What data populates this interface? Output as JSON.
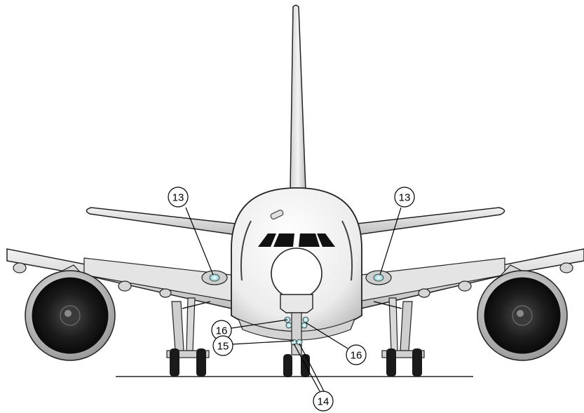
{
  "callouts": {
    "c13_left": "13",
    "c13_right": "13",
    "c16_left": "16",
    "c16_right": "16",
    "c15": "15",
    "c14": "14"
  },
  "colors": {
    "fuselage": "#eeeeee",
    "wing": "#dedede",
    "engine_dark": "#1a1a1a",
    "outline": "#222222",
    "light_lens": "#9fd8de"
  }
}
